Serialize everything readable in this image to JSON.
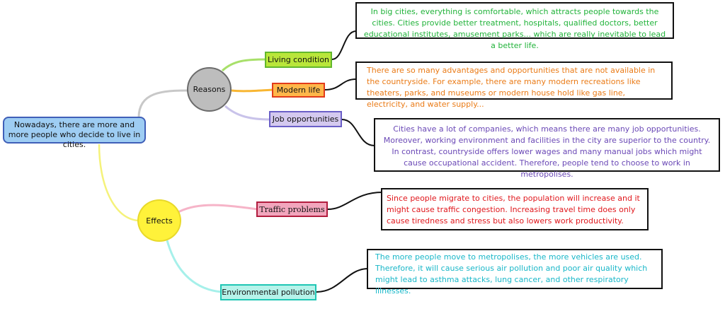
{
  "root": {
    "text": "Nowadays, there are more and more people who decide to live in cities."
  },
  "branches": {
    "reasons": {
      "label": "Reasons",
      "children": {
        "living": {
          "label": "Living condition",
          "note": "In big cities, everything is comfortable, which attracts people towards the cities. Cities provide better treatment, hospitals, qualified doctors, better educational institutes, amusement parks... which are really inevitable to lead a better life."
        },
        "modern": {
          "label": "Modern life",
          "note": "There are so many advantages and opportunities that are not available in the countryside. For example, there are many modern recreations like theaters, parks, and museums or modern house hold like gas line, electricity, and water supply..."
        },
        "job": {
          "label": "Job opportunities",
          "note": "Cities have a lot of companies, which means there are many job opportunities. Moreover, working environment and facilities in the city are superior to the country. In contrast, countryside offers lower wages and many manual jobs which might cause occupational accident. Therefore, people tend to choose to work in metropolises."
        }
      }
    },
    "effects": {
      "label": "Effects",
      "children": {
        "traffic": {
          "label": "Traffic problems",
          "note": "Since people migrate to cities, the population will increase and it might cause traffic congestion. Increasing travel time does only cause tiredness and stress but also lowers work productivity."
        },
        "env": {
          "label": "Environmental pollution",
          "note": "The more people move to metropolises, the more vehicles are used. Therefore, it will cause serious air pollution and poor air quality which might lead to asthma attacks, lung cancer, and other respiratory illnesses."
        }
      }
    }
  },
  "colors": {
    "root_fill": "#9ecdf3",
    "reasons_fill": "#bdbdbd",
    "effects_fill": "#fff23a",
    "living": "#21b33a",
    "modern": "#ea7b17",
    "job": "#6a48b6",
    "traffic": "#e0171c",
    "env": "#19b7c8"
  }
}
